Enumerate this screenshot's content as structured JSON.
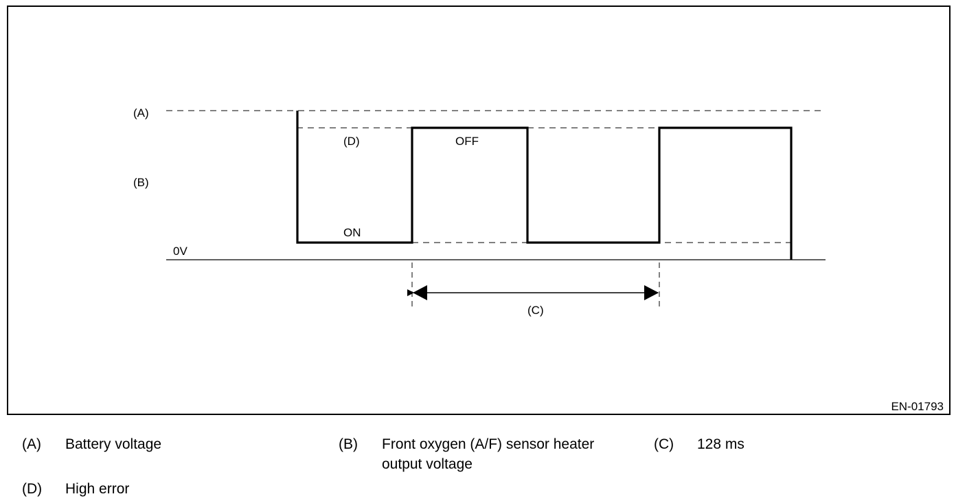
{
  "diagram": {
    "figure_id": "EN-01793",
    "labels": {
      "a": "(A)",
      "b": "(B)",
      "c": "(C)",
      "d": "(D)",
      "zero_volt": "0V",
      "off": "OFF",
      "on": "ON"
    }
  },
  "legend": [
    {
      "key": "(A)",
      "text": "Battery voltage"
    },
    {
      "key": "(B)",
      "text": "Front oxygen (A/F) sensor heater output voltage",
      "lines": [
        "Front oxygen (A/F) sensor heater",
        "output voltage"
      ]
    },
    {
      "key": "(C)",
      "text": "128 ms"
    },
    {
      "key": "(D)",
      "text": "High error"
    }
  ]
}
